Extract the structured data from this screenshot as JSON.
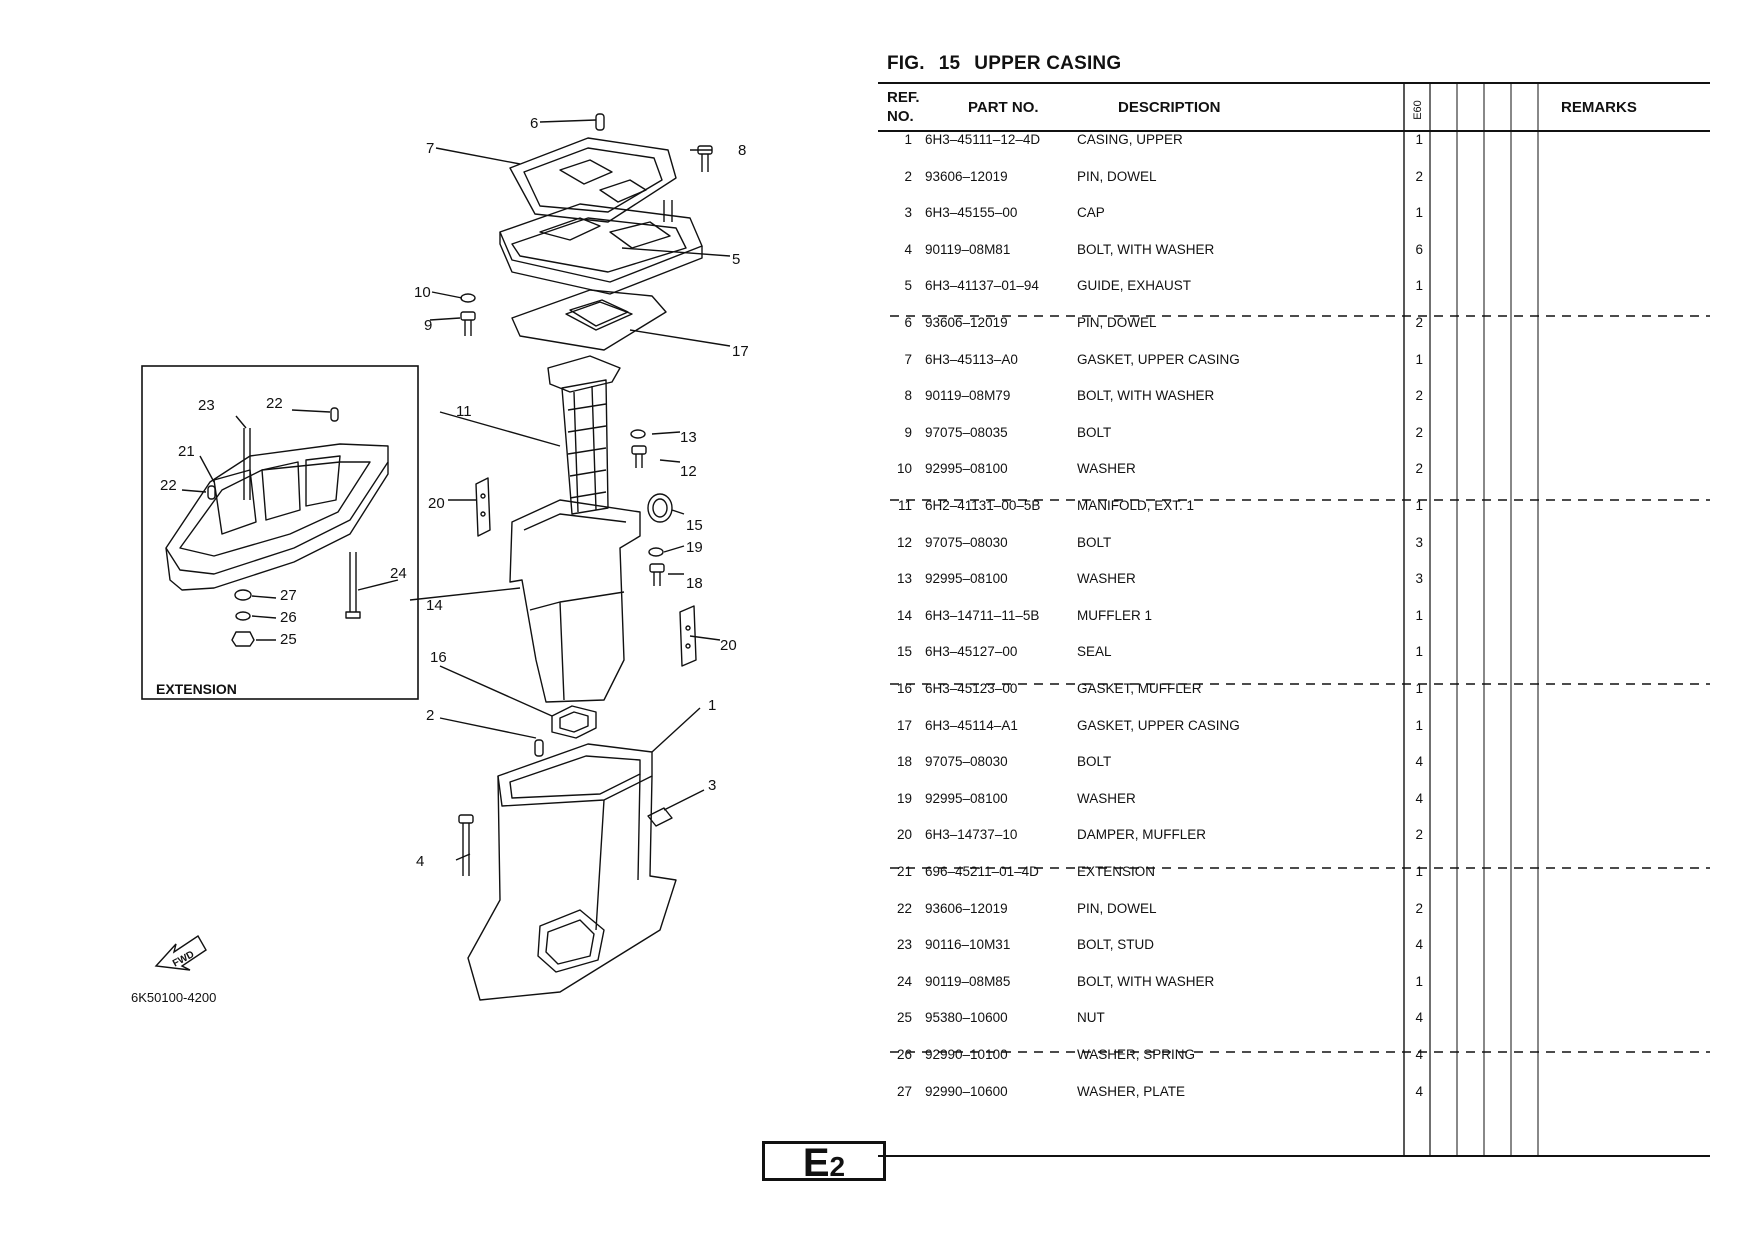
{
  "figure": {
    "label": "FIG.",
    "number": "15",
    "title": "UPPER CASING"
  },
  "table": {
    "headers": {
      "ref_line1": "REF.",
      "ref_line2": "NO.",
      "part_no": "PART NO.",
      "description": "DESCRIPTION",
      "model": "E60",
      "remarks": "REMARKS"
    },
    "rows": [
      {
        "ref": "1",
        "part_no": "6H3–45111–12–4D",
        "description": "CASING, UPPER",
        "qty": "1"
      },
      {
        "ref": "2",
        "part_no": "93606–12019",
        "description": "PIN, DOWEL",
        "qty": "2"
      },
      {
        "ref": "3",
        "part_no": "6H3–45155–00",
        "description": "CAP",
        "qty": "1"
      },
      {
        "ref": "4",
        "part_no": "90119–08M81",
        "description": "BOLT, WITH WASHER",
        "qty": "6"
      },
      {
        "ref": "5",
        "part_no": "6H3–41137–01–94",
        "description": "GUIDE, EXHAUST",
        "qty": "1"
      },
      {
        "ref": "6",
        "part_no": "93606–12019",
        "description": "PIN, DOWEL",
        "qty": "2"
      },
      {
        "ref": "7",
        "part_no": "6H3–45113–A0",
        "description": "GASKET, UPPER CASING",
        "qty": "1"
      },
      {
        "ref": "8",
        "part_no": "90119–08M79",
        "description": "BOLT, WITH WASHER",
        "qty": "2"
      },
      {
        "ref": "9",
        "part_no": "97075–08035",
        "description": "BOLT",
        "qty": "2"
      },
      {
        "ref": "10",
        "part_no": "92995–08100",
        "description": "WASHER",
        "qty": "2"
      },
      {
        "ref": "11",
        "part_no": "6H2–41131–00–5B",
        "description": "MANIFOLD, EXT. 1",
        "qty": "1"
      },
      {
        "ref": "12",
        "part_no": "97075–08030",
        "description": "BOLT",
        "qty": "3"
      },
      {
        "ref": "13",
        "part_no": "92995–08100",
        "description": "WASHER",
        "qty": "3"
      },
      {
        "ref": "14",
        "part_no": "6H3–14711–11–5B",
        "description": "MUFFLER 1",
        "qty": "1"
      },
      {
        "ref": "15",
        "part_no": "6H3–45127–00",
        "description": "SEAL",
        "qty": "1"
      },
      {
        "ref": "16",
        "part_no": "6H3–45123–00",
        "description": "GASKET, MUFFLER",
        "qty": "1"
      },
      {
        "ref": "17",
        "part_no": "6H3–45114–A1",
        "description": "GASKET, UPPER CASING",
        "qty": "1"
      },
      {
        "ref": "18",
        "part_no": "97075–08030",
        "description": "BOLT",
        "qty": "4"
      },
      {
        "ref": "19",
        "part_no": "92995–08100",
        "description": "WASHER",
        "qty": "4"
      },
      {
        "ref": "20",
        "part_no": "6H3–14737–10",
        "description": "DAMPER, MUFFLER",
        "qty": "2"
      },
      {
        "ref": "21",
        "part_no": "696–45211–01–4D",
        "description": "EXTENSION",
        "qty": "1"
      },
      {
        "ref": "22",
        "part_no": "93606–12019",
        "description": "PIN, DOWEL",
        "qty": "2"
      },
      {
        "ref": "23",
        "part_no": "90116–10M31",
        "description": "BOLT, STUD",
        "qty": "4"
      },
      {
        "ref": "24",
        "part_no": "90119–08M85",
        "description": "BOLT, WITH WASHER",
        "qty": "1"
      },
      {
        "ref": "25",
        "part_no": "95380–10600",
        "description": "NUT",
        "qty": "4"
      },
      {
        "ref": "26",
        "part_no": "92990–10100",
        "description": "WASHER, SPRING",
        "qty": "4"
      },
      {
        "ref": "27",
        "part_no": "92990–10600",
        "description": "WASHER, PLATE",
        "qty": "4"
      }
    ]
  },
  "diagram": {
    "extension_label": "EXTENSION",
    "code": "6K50100-4200",
    "fwd_label": "FWD",
    "callouts": [
      "1",
      "2",
      "3",
      "4",
      "5",
      "6",
      "7",
      "8",
      "9",
      "10",
      "11",
      "12",
      "13",
      "14",
      "15",
      "16",
      "17",
      "18",
      "19",
      "20",
      "20",
      "21",
      "22",
      "22",
      "23",
      "24",
      "25",
      "26",
      "27"
    ]
  },
  "page": {
    "letter": "E",
    "number": "2"
  }
}
